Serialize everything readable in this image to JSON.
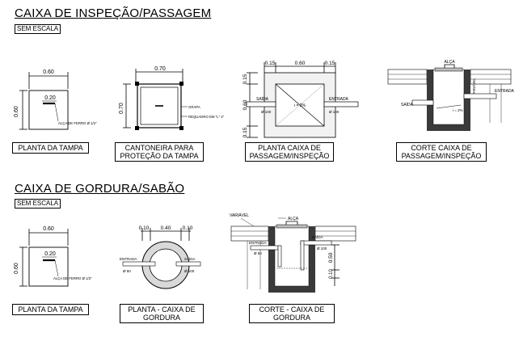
{
  "section1": {
    "title": "CAIXA DE INSPEÇÃO/PASSAGEM",
    "scale": "SEM ESCALA",
    "d1": {
      "caption": "PLANTA DA TAMPA",
      "w": "0.60",
      "h": "0.60",
      "inner": "0.20",
      "note": "ALÇA DE FERRO Ø 1/2\""
    },
    "d2": {
      "caption_l1": "CANTONEIRA PARA",
      "caption_l2": "PROTEÇÃO DA TAMPA",
      "w": "0.70",
      "h": "0.70",
      "note1": "GRAPA",
      "note2": "REQUADRO EM \"L\" 2\""
    },
    "d3": {
      "caption_l1": "PLANTA CAIXA DE",
      "caption_l2": "PASSAGEM/INSPEÇÃO",
      "t1": "0.15",
      "w": "0.60",
      "t2": "0.15",
      "vt1": "0.15",
      "vh": "0.60",
      "vt2": "0.15",
      "left": "SAÍDA",
      "right": "ENTRADA",
      "slope": "i = 2%",
      "dia_l": "Ø 100",
      "dia_r": "Ø 100"
    },
    "d4": {
      "caption_l1": "CORTE CAIXA DE",
      "caption_l2": "PASSAGEM/INSPEÇÃO",
      "handle": "ALÇA",
      "var": "VARIÁVEL",
      "left": "SAÍDA",
      "right": "ENTRADA",
      "slope": "i = 2%"
    }
  },
  "section2": {
    "title": "CAIXA DE GORDURA/SABÃO",
    "scale": "SEM ESCALA",
    "d5": {
      "caption": "PLANTA DA TAMPA",
      "w": "0.60",
      "h": "0.60",
      "inner": "0.20",
      "note": "ALÇA DE FERRO Ø 1/2\""
    },
    "d6": {
      "caption_l1": "PLANTA - CAIXA DE",
      "caption_l2": "GORDURA",
      "t1": "0.10",
      "w": "0.40",
      "t2": "0.10",
      "left": "ENTRADA",
      "left_d": "Ø 50",
      "right": "SAÍDA",
      "right_d": "Ø 100"
    },
    "d7": {
      "caption_l1": "CORTE - CAIXA DE",
      "caption_l2": "GORDURA",
      "var": "VARIÁVEL",
      "handle": "ALÇA",
      "right": "SAÍDA",
      "right_d": "Ø 100",
      "left": "ENTRADA",
      "left_d": "Ø 50",
      "h1": "0.50",
      "h2": "0.10"
    }
  }
}
